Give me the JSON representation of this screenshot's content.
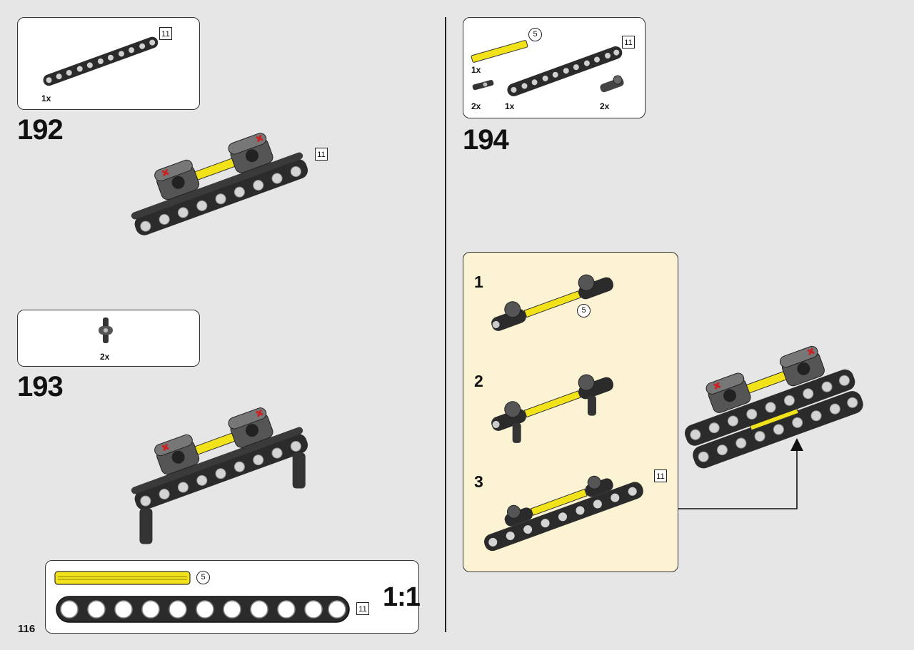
{
  "page_number": "116",
  "colors": {
    "background": "#e6e6e6",
    "callout": "#fbf3d3",
    "beam": "#2b2b2b",
    "axle_yellow": "#f2e21a",
    "connector_red": "#cc2222"
  },
  "parts_list_191": {
    "items": [
      {
        "qty": "1x",
        "length": "11"
      }
    ]
  },
  "step_192": {
    "number": "192",
    "length": "11"
  },
  "parts_list_193": {
    "items": [
      {
        "qty": "2x"
      }
    ]
  },
  "step_193": {
    "number": "193"
  },
  "scale_panel": {
    "axle_length": "5",
    "beam_length": "11",
    "ratio": "1:1"
  },
  "parts_list_194": {
    "axle_qty": "1x",
    "axle_length": "5",
    "beam_qty": "1x",
    "beam_length": "11",
    "connector_qty": "2x",
    "pin_qty": "2x"
  },
  "step_194": {
    "number": "194"
  },
  "sub_steps": {
    "s1": "1",
    "s1_length": "5",
    "s2": "2",
    "s3": "3",
    "s3_length": "11"
  }
}
